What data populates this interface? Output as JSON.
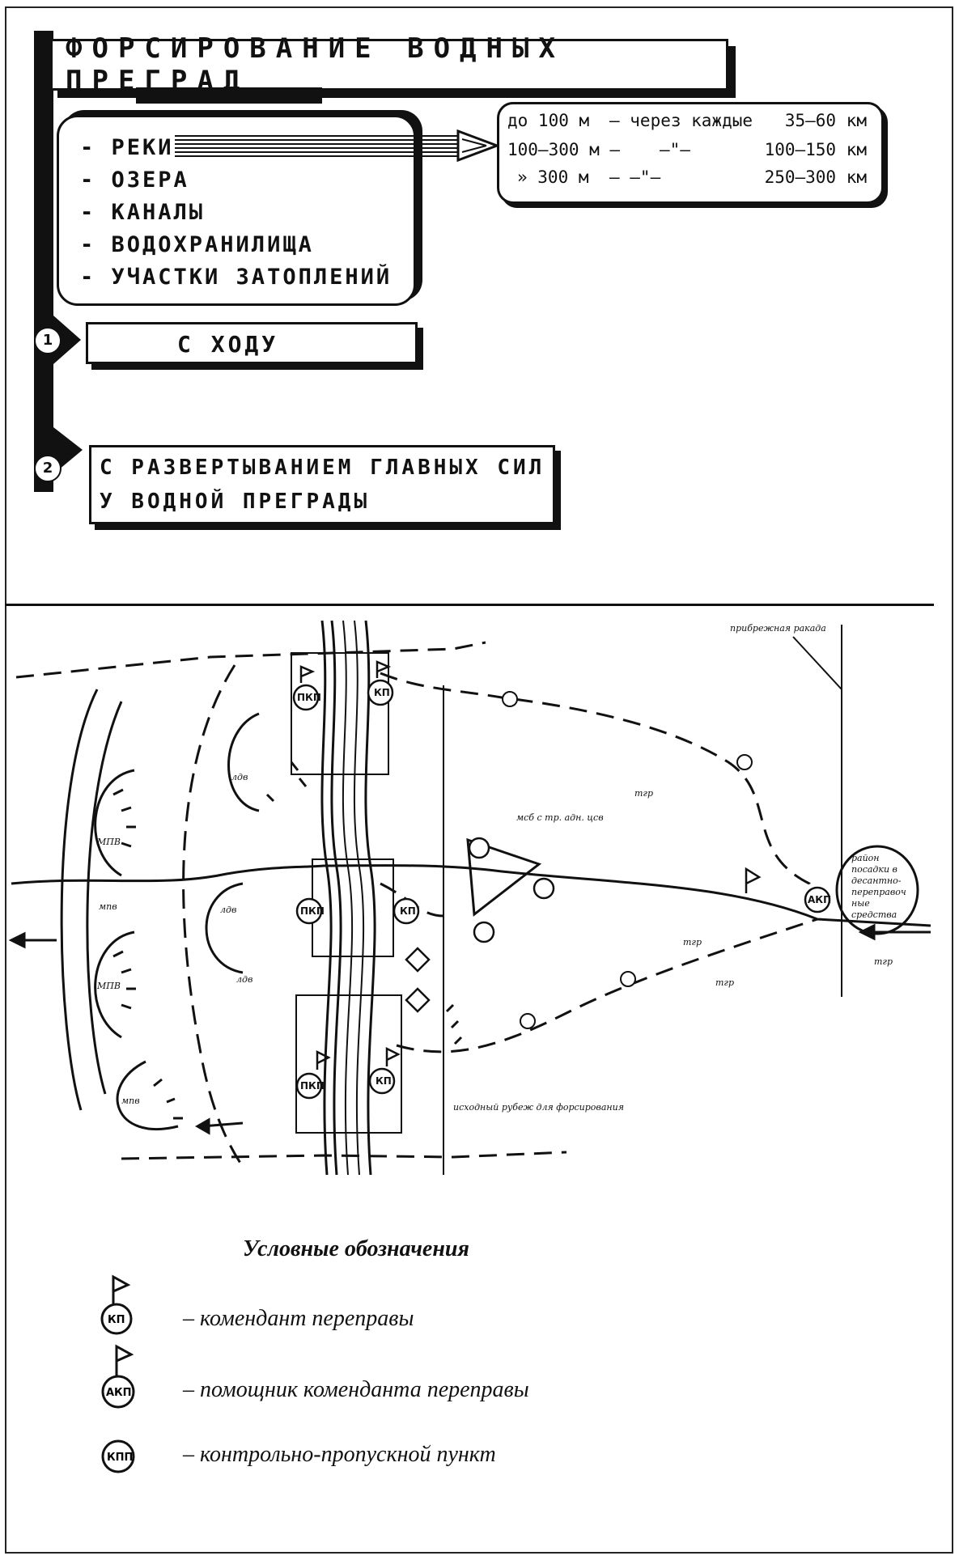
{
  "header": {
    "title": "ФОРСИРОВАНИЕ ВОДНЫХ ПРЕГРАД"
  },
  "obstacle_types": [
    "- РЕКИ",
    "- ОЗЕРА",
    "- КАНАЛЫ",
    "- ВОДОХРАНИЛИЩА",
    "- УЧАСТКИ ЗАТОПЛЕНИЙ"
  ],
  "distances": [
    {
      "width": "до 100 м",
      "mid": "– через каждые",
      "value": "35–60 км"
    },
    {
      "width": "100–300 м –",
      "mid": "–\"–",
      "value": "100–150 км"
    },
    {
      "width": "» 300 м",
      "mid": "–     –\"–",
      "value": "250–300 км"
    }
  ],
  "methods": [
    {
      "num": "1",
      "lines": [
        "С ХОДУ"
      ]
    },
    {
      "num": "2",
      "lines": [
        "С  РАЗВЕРТЫВАНИЕМ ГЛАВНЫХ СИЛ",
        "У ВОДНОЙ ПРЕГРАДЫ"
      ]
    }
  ],
  "map": {
    "labels": {
      "coast": "прибрежная ракада",
      "msb": "мсб с тр. адн. цсв",
      "start_line": "исходный рубеж для форсирования",
      "landing_area": [
        "район",
        "посадки в",
        "десантно-",
        "переправоч",
        "ные",
        "средства"
      ],
      "mpv1": "МПВ",
      "mpv2": "мпв",
      "mpv3": "МПВ",
      "mpv4": "мпв",
      "ldv1": "лдв",
      "ldv2": "лдв",
      "ldv3": "лдв",
      "tgr1": "тгр",
      "tgr2": "тгр",
      "tgr3": "тгр",
      "tgr4": "тгр"
    },
    "circles": {
      "pkp1": "ПКП",
      "kp1": "КП",
      "pkp2": "ПКП",
      "kp2": "КП",
      "pkp3": "ПКП",
      "kp3": "КП",
      "akp": "АКП"
    }
  },
  "legend": {
    "title": "Условные обозначения",
    "items": [
      {
        "symbol": "КП",
        "text": "– комендант переправы",
        "flag": true
      },
      {
        "symbol": "АКП",
        "text": "– помощник коменданта переправы",
        "flag": true
      },
      {
        "symbol": "КПП",
        "text": "– контрольно-пропускной пункт",
        "flag": false
      }
    ]
  }
}
